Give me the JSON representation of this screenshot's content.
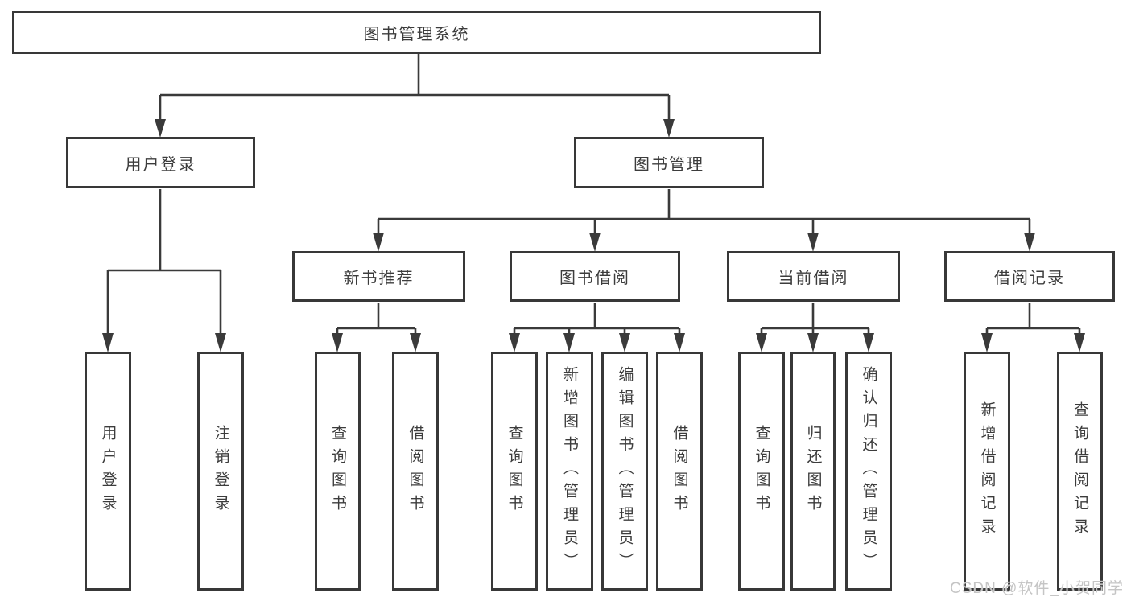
{
  "diagram": {
    "root": {
      "label": "图书管理系统",
      "children": [
        {
          "label": "用户登录",
          "children": [
            {
              "label": "用户登录"
            },
            {
              "label": "注销登录"
            }
          ]
        },
        {
          "label": "图书管理",
          "children": [
            {
              "label": "新书推荐",
              "children": [
                {
                  "label": "查询图书"
                },
                {
                  "label": "借阅图书"
                }
              ]
            },
            {
              "label": "图书借阅",
              "children": [
                {
                  "label": "查询图书"
                },
                {
                  "label": "新增图书（管理员）"
                },
                {
                  "label": "编辑图书（管理员）"
                },
                {
                  "label": "借阅图书"
                }
              ]
            },
            {
              "label": "当前借阅",
              "children": [
                {
                  "label": "查询图书"
                },
                {
                  "label": "归还图书"
                },
                {
                  "label": "确认归还（管理员）"
                }
              ]
            },
            {
              "label": "借阅记录",
              "children": [
                {
                  "label": "新增借阅记录"
                },
                {
                  "label": "查询借阅记录"
                }
              ]
            }
          ]
        }
      ]
    }
  },
  "watermark": {
    "text": "CSDN @软件_小贺同学"
  },
  "colors": {
    "line": "#3a3a3a",
    "box_border": "#383838",
    "text": "#3c3c3c",
    "watermark": "#c5c5c5",
    "background": "#ffffff"
  }
}
